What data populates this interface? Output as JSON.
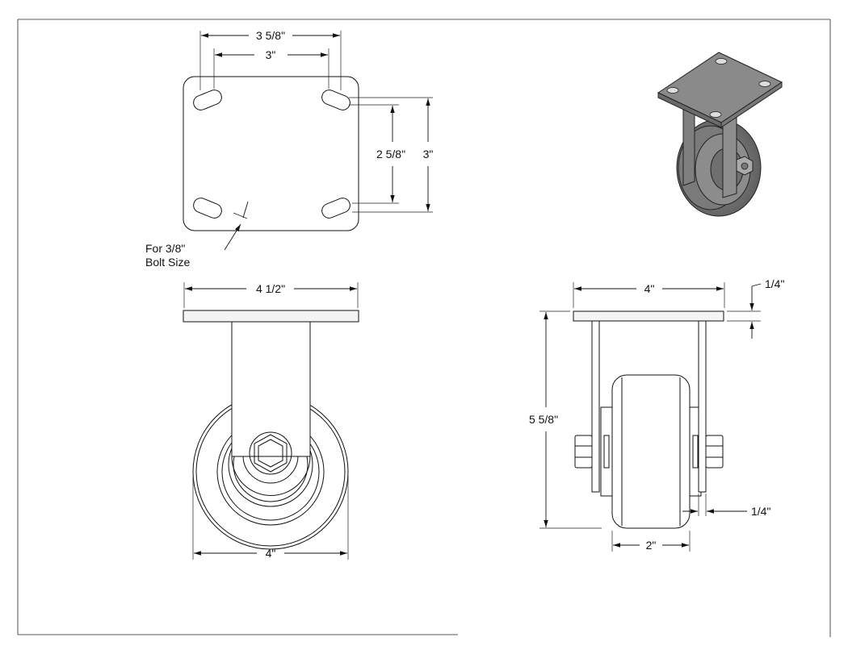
{
  "diagram": {
    "top_view": {
      "overall_hole_spacing": "3 5/8\"",
      "inner_hole_spacing": "3\"",
      "slot_spacing": "2 5/8\"",
      "plate_depth": "3\"",
      "bolt_note_line1": "For 3/8\"",
      "bolt_note_line2": "Bolt Size"
    },
    "front_view": {
      "plate_width": "4 1/2\"",
      "wheel_diameter": "4\""
    },
    "side_view": {
      "plate_width": "4\"",
      "plate_thickness": "1/4\"",
      "overall_height": "5 5/8\"",
      "leg_thickness": "1/4\"",
      "wheel_width": "2\""
    },
    "iso_view": {
      "icon": "caster-isometric-icon"
    }
  }
}
